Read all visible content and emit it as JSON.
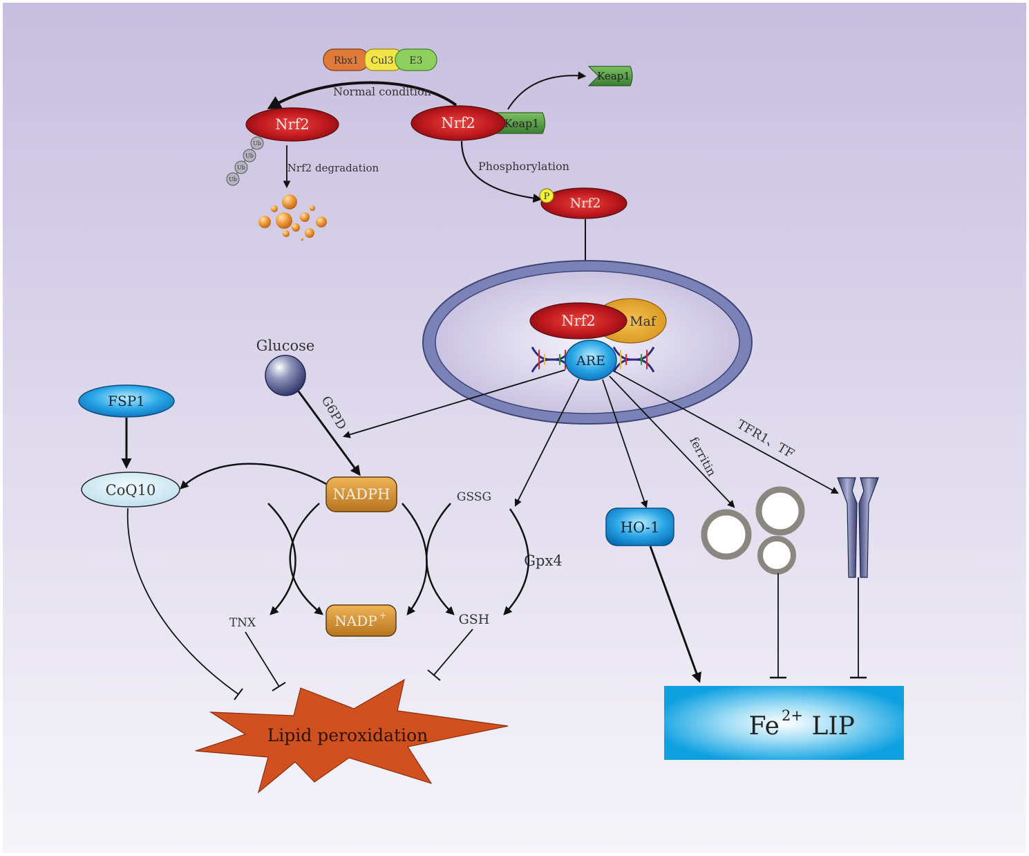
{
  "colors": {
    "bg_top": "#c8bedf",
    "bg_bottom": "#f4f2f8",
    "nrf2_red": "#c0191f",
    "keap1_green": "#5aa04a",
    "maf_orange": "#e6a82c",
    "ellipse_blue": "#29a3e2",
    "nadph_brown": "#d8922e",
    "lipid_orange": "#d0501f",
    "lip_blue": "#0ea0e0",
    "membrane": "#7a82b8",
    "ferritin_grey": "#8a8680"
  },
  "complex": {
    "rbx1": "Rbx1",
    "cul3": "Cul3",
    "e3": "E3"
  },
  "labels": {
    "normal_condition": "Normal condition",
    "keap1_free": "Keap1",
    "nrf2_left": "Nrf2",
    "nrf2_bound": "Nrf2",
    "keap1_bound": "Keap1",
    "ub": "Ub",
    "nrf2_degradation": "Nrf2 degradation",
    "phosphorylation": "Phosphorylation",
    "p": "P",
    "nrf2_p": "Nrf2",
    "nrf2_nucleus": "Nrf2",
    "maf": "Maf",
    "are": "ARE",
    "glucose": "Glucose",
    "g6pd": "G6PD",
    "fsp1": "FSP1",
    "coq10": "CoQ10",
    "nadph": "NADPH",
    "gssg": "GSSG",
    "gpx4": "Gpx4",
    "tnx": "TNX",
    "nadp_main": "NADP",
    "nadp_sup": "+",
    "gsh": "GSH",
    "lipid_peroxidation": "Lipid peroxidation",
    "ho1": "HO-1",
    "ferritin": "ferritin",
    "tfr1_tf": "TFR1、TF",
    "fe_main": "Fe",
    "fe_sup": "2+",
    "lip": " LIP"
  }
}
